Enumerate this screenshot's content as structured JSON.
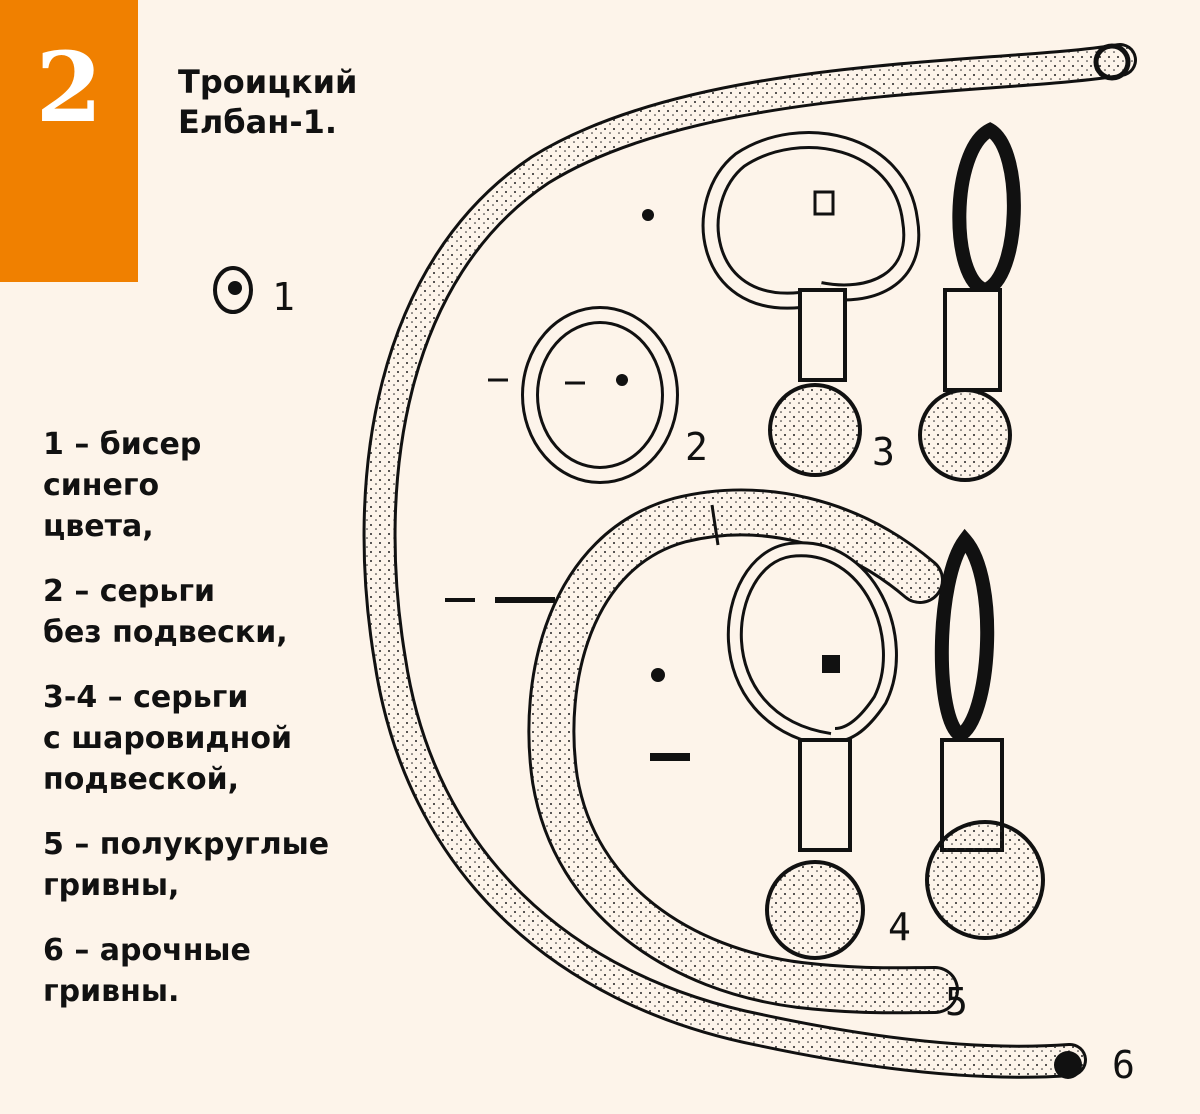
{
  "badge": {
    "number": "2",
    "color": "#f08000"
  },
  "title": {
    "line1": "Троицкий",
    "line2": "Елбан-1."
  },
  "legend": [
    {
      "line1": "1 – бисер",
      "line2": "синего",
      "line3": "цвета,"
    },
    {
      "line1": "2 – серьги",
      "line2": "без подвески,"
    },
    {
      "line1": "3-4 – серьги",
      "line2": "с шаровидной",
      "line3": "подвеской,"
    },
    {
      "line1": "5 – полукруглые",
      "line2": "гривны,"
    },
    {
      "line1": "6 – арочные",
      "line2": "гривны."
    }
  ],
  "figure": {
    "labels": [
      "1",
      "2",
      "3",
      "4",
      "5",
      "6"
    ]
  },
  "colors": {
    "background": "#fdf4ea",
    "ink": "#111111"
  }
}
